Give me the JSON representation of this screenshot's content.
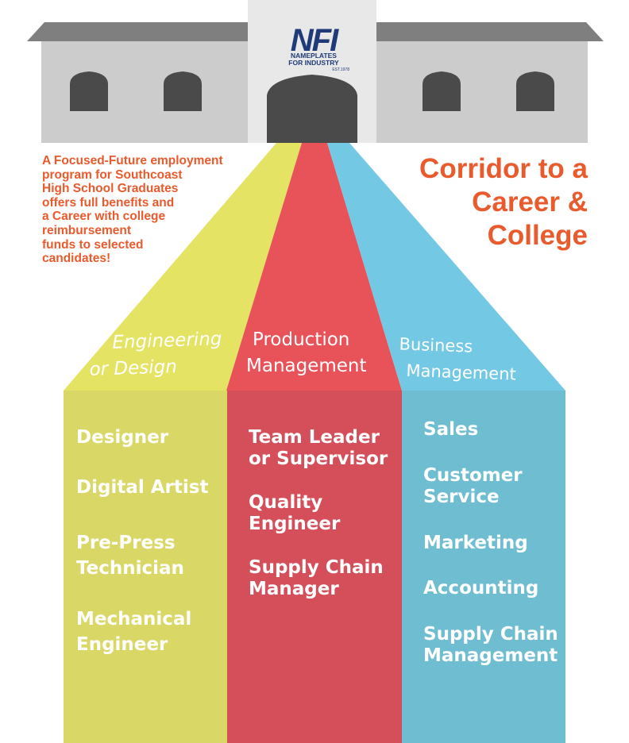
{
  "colors": {
    "orange": "#e95a2c",
    "yellow": "#e4e364",
    "yellow_dark": "#d9d866",
    "red": "#e85259",
    "red_dark": "#d44f5a",
    "blue": "#73c8e4",
    "blue_dark": "#6fbdd0",
    "building": "#cccccc",
    "roof": "#7f7f7f",
    "tower": "#e8e8e8",
    "door": "#4a4a4a",
    "logo": "#1e3a78"
  },
  "logo": {
    "mark": "NFI",
    "line1": "NAMEPLATES",
    "line2": "FOR INDUSTRY",
    "est": "EST.1978"
  },
  "intro_lines": [
    "A Focused-Future employment",
    "program for Southcoast",
    "High School Graduates",
    "offers full benefits and",
    "a Career with college",
    "reimbursement",
    "funds to selected",
    "candidates!"
  ],
  "title_lines": [
    "Corridor to a",
    "Career &",
    "College"
  ],
  "columns": [
    {
      "header_lines": [
        "Engineering",
        "or Design"
      ],
      "items": [
        [
          "Designer"
        ],
        [
          "Digital Artist"
        ],
        [
          "Pre-Press",
          "Technician"
        ],
        [
          "Mechanical",
          "Engineer"
        ]
      ]
    },
    {
      "header_lines": [
        "Production",
        "Management"
      ],
      "items": [
        [
          "Team Leader",
          "or Supervisor"
        ],
        [
          "Quality",
          "Engineer"
        ],
        [
          "Supply Chain",
          "Manager"
        ]
      ]
    },
    {
      "header_lines": [
        "Business",
        "Management"
      ],
      "items": [
        [
          "Sales"
        ],
        [
          "Customer",
          "Service"
        ],
        [
          "Marketing"
        ],
        [
          "Accounting"
        ],
        [
          "Supply Chain",
          "Management"
        ]
      ]
    }
  ]
}
